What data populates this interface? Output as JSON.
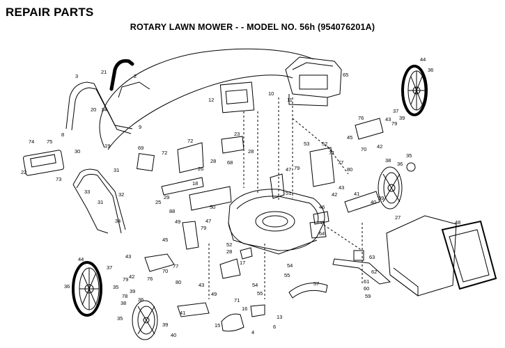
{
  "header": {
    "title": "REPAIR PARTS",
    "subtitle": "ROTARY LAWN MOWER - - MODEL NO. 56h (954076201A)"
  },
  "callouts": [
    {
      "id": "c21",
      "text": "21"
    },
    {
      "id": "c3",
      "text": "3"
    },
    {
      "id": "c2",
      "text": "2"
    },
    {
      "id": "c20",
      "text": "20"
    },
    {
      "id": "c14",
      "text": "14"
    },
    {
      "id": "c9",
      "text": "9"
    },
    {
      "id": "c8",
      "text": "8"
    },
    {
      "id": "c19",
      "text": "19"
    },
    {
      "id": "c74",
      "text": "74"
    },
    {
      "id": "c75",
      "text": "75"
    },
    {
      "id": "c30",
      "text": "30"
    },
    {
      "id": "c22",
      "text": "22"
    },
    {
      "id": "c73",
      "text": "73"
    },
    {
      "id": "c31a",
      "text": "31"
    },
    {
      "id": "c33",
      "text": "33"
    },
    {
      "id": "c31b",
      "text": "31"
    },
    {
      "id": "c32",
      "text": "32"
    },
    {
      "id": "c34",
      "text": "34"
    },
    {
      "id": "c69",
      "text": "69"
    },
    {
      "id": "c72a",
      "text": "72"
    },
    {
      "id": "c72b",
      "text": "72"
    },
    {
      "id": "c26",
      "text": "26"
    },
    {
      "id": "c25",
      "text": "25"
    },
    {
      "id": "c29",
      "text": "29"
    },
    {
      "id": "c18",
      "text": "18"
    },
    {
      "id": "c88",
      "text": "88"
    },
    {
      "id": "c28a",
      "text": "28"
    },
    {
      "id": "c68",
      "text": "68"
    },
    {
      "id": "c23",
      "text": "23"
    },
    {
      "id": "c28b",
      "text": "28"
    },
    {
      "id": "c12",
      "text": "12"
    },
    {
      "id": "c10",
      "text": "10"
    },
    {
      "id": "c11",
      "text": "11"
    },
    {
      "id": "c65",
      "text": "65"
    },
    {
      "id": "c44a",
      "text": "44"
    },
    {
      "id": "c36a",
      "text": "36"
    },
    {
      "id": "c76",
      "text": "76"
    },
    {
      "id": "c37a",
      "text": "37"
    },
    {
      "id": "c43a",
      "text": "43"
    },
    {
      "id": "c79a",
      "text": "79"
    },
    {
      "id": "c39a",
      "text": "39"
    },
    {
      "id": "c45",
      "text": "45"
    },
    {
      "id": "c70a",
      "text": "70"
    },
    {
      "id": "c42a",
      "text": "42"
    },
    {
      "id": "c53",
      "text": "53"
    },
    {
      "id": "c52",
      "text": "52"
    },
    {
      "id": "c71a",
      "text": "71"
    },
    {
      "id": "c77a",
      "text": "77"
    },
    {
      "id": "c47a",
      "text": "47"
    },
    {
      "id": "c79b",
      "text": "79"
    },
    {
      "id": "c80a",
      "text": "80"
    },
    {
      "id": "c38",
      "text": "38"
    },
    {
      "id": "c36b",
      "text": "36"
    },
    {
      "id": "c35a",
      "text": "35"
    },
    {
      "id": "c51",
      "text": "51"
    },
    {
      "id": "c43b",
      "text": "43"
    },
    {
      "id": "c41a",
      "text": "41"
    },
    {
      "id": "c42b",
      "text": "42"
    },
    {
      "id": "c40a",
      "text": "40"
    },
    {
      "id": "c39b",
      "text": "39"
    },
    {
      "id": "c46",
      "text": "46"
    },
    {
      "id": "c48",
      "text": "48"
    },
    {
      "id": "c27",
      "text": "27"
    },
    {
      "id": "c50",
      "text": "50"
    },
    {
      "id": "c49a",
      "text": "49"
    },
    {
      "id": "c47b",
      "text": "47"
    },
    {
      "id": "c79c",
      "text": "79"
    },
    {
      "id": "c64",
      "text": "64"
    },
    {
      "id": "c52b",
      "text": "52"
    },
    {
      "id": "c28c",
      "text": "28"
    },
    {
      "id": "c17",
      "text": "17"
    },
    {
      "id": "c44b",
      "text": "44"
    },
    {
      "id": "c37b",
      "text": "37"
    },
    {
      "id": "c43c",
      "text": "43"
    },
    {
      "id": "c45b",
      "text": "45"
    },
    {
      "id": "c70b",
      "text": "70"
    },
    {
      "id": "c77b",
      "text": "77"
    },
    {
      "id": "c80b",
      "text": "80"
    },
    {
      "id": "c76b",
      "text": "76"
    },
    {
      "id": "c42c",
      "text": "42"
    },
    {
      "id": "c36c",
      "text": "36"
    },
    {
      "id": "c35b",
      "text": "35"
    },
    {
      "id": "c79d",
      "text": "79"
    },
    {
      "id": "c78",
      "text": "78"
    },
    {
      "id": "c39c",
      "text": "39"
    },
    {
      "id": "c54a",
      "text": "54"
    },
    {
      "id": "c55a",
      "text": "55"
    },
    {
      "id": "c63",
      "text": "63"
    },
    {
      "id": "c62",
      "text": "62"
    },
    {
      "id": "c54b",
      "text": "54"
    },
    {
      "id": "c55b",
      "text": "55"
    },
    {
      "id": "c57",
      "text": "57"
    },
    {
      "id": "c61",
      "text": "61"
    },
    {
      "id": "c60",
      "text": "60"
    },
    {
      "id": "c59",
      "text": "59"
    },
    {
      "id": "c71b",
      "text": "71"
    },
    {
      "id": "c49b",
      "text": "49"
    },
    {
      "id": "c43d",
      "text": "43"
    },
    {
      "id": "c41b",
      "text": "41"
    },
    {
      "id": "c36d",
      "text": "36"
    },
    {
      "id": "c38b",
      "text": "38"
    },
    {
      "id": "c35c",
      "text": "35"
    },
    {
      "id": "c39d",
      "text": "39"
    },
    {
      "id": "c40b",
      "text": "40"
    },
    {
      "id": "c16",
      "text": "16"
    },
    {
      "id": "c15",
      "text": "15"
    },
    {
      "id": "c4",
      "text": "4"
    },
    {
      "id": "c13",
      "text": "13"
    },
    {
      "id": "c6",
      "text": "6"
    }
  ]
}
